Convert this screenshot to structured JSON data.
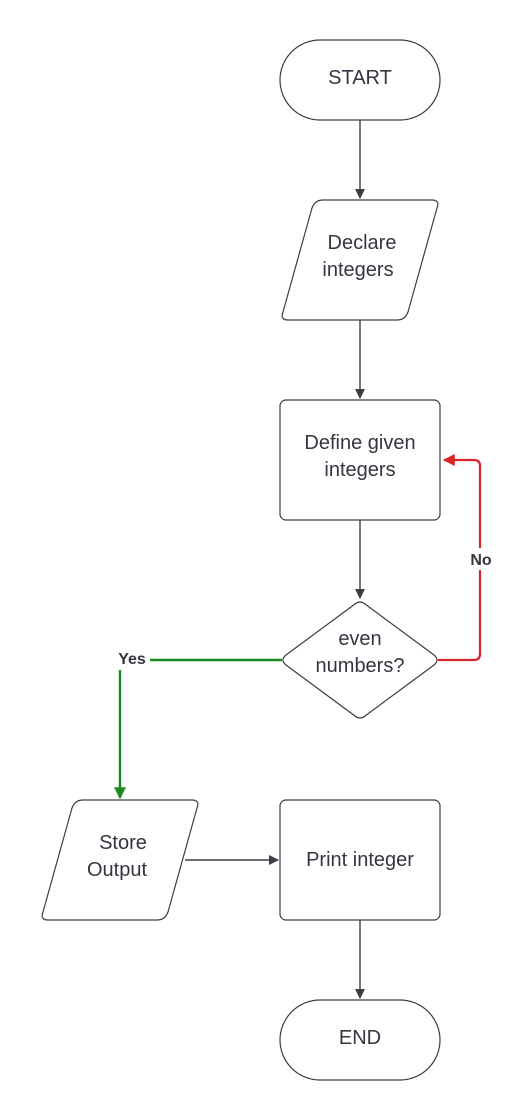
{
  "nodes": {
    "start": {
      "label": "START"
    },
    "declare": {
      "line1": "Declare",
      "line2": "integers"
    },
    "define": {
      "line1": "Define given",
      "line2": "integers"
    },
    "decision": {
      "line1": "even",
      "line2": "numbers?"
    },
    "store": {
      "line1": "Store",
      "line2": "Output"
    },
    "print": {
      "label": "Print integer"
    },
    "end": {
      "label": "END"
    }
  },
  "edges": {
    "no_label": "No",
    "yes_label": "Yes"
  },
  "colors": {
    "line": "#3a3d45",
    "no_branch": "#d9262a",
    "yes_branch": "#1a8a1e"
  }
}
